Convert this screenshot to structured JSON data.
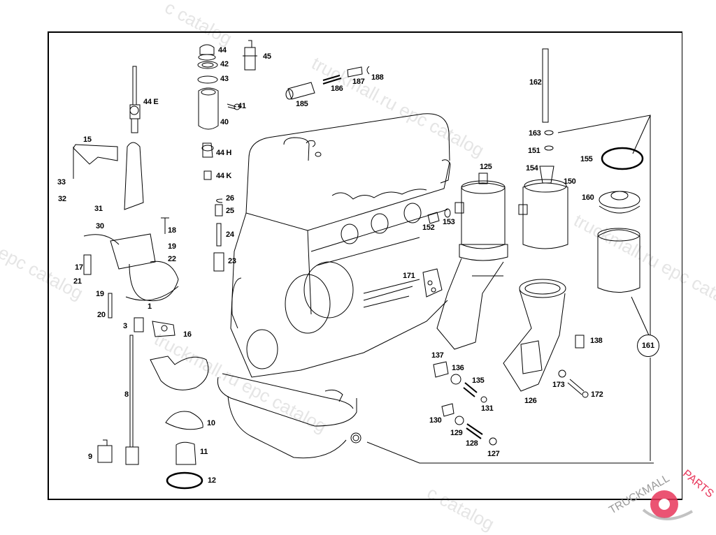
{
  "diagram": {
    "title": "Engine oil pump and oil filter assembly - exploded parts diagram",
    "part_labels": [
      {
        "id": "44",
        "text": "44"
      },
      {
        "id": "42",
        "text": "42"
      },
      {
        "id": "43",
        "text": "43"
      },
      {
        "id": "45",
        "text": "45"
      },
      {
        "id": "44E",
        "text": "44 E"
      },
      {
        "id": "41",
        "text": "41"
      },
      {
        "id": "40",
        "text": "40"
      },
      {
        "id": "44H",
        "text": "44 H"
      },
      {
        "id": "44K",
        "text": "44 K"
      },
      {
        "id": "26",
        "text": "26"
      },
      {
        "id": "25",
        "text": "25"
      },
      {
        "id": "24",
        "text": "24"
      },
      {
        "id": "23",
        "text": "23"
      },
      {
        "id": "15",
        "text": "15"
      },
      {
        "id": "33",
        "text": "33"
      },
      {
        "id": "32",
        "text": "32"
      },
      {
        "id": "31",
        "text": "31"
      },
      {
        "id": "30",
        "text": "30"
      },
      {
        "id": "18",
        "text": "18"
      },
      {
        "id": "19a",
        "text": "19"
      },
      {
        "id": "22",
        "text": "22"
      },
      {
        "id": "17",
        "text": "17"
      },
      {
        "id": "21",
        "text": "21"
      },
      {
        "id": "19b",
        "text": "19"
      },
      {
        "id": "1",
        "text": "1"
      },
      {
        "id": "20",
        "text": "20"
      },
      {
        "id": "3",
        "text": "3"
      },
      {
        "id": "16",
        "text": "16"
      },
      {
        "id": "8",
        "text": "8"
      },
      {
        "id": "9",
        "text": "9"
      },
      {
        "id": "10",
        "text": "10"
      },
      {
        "id": "11",
        "text": "11"
      },
      {
        "id": "12",
        "text": "12"
      },
      {
        "id": "185",
        "text": "185"
      },
      {
        "id": "186",
        "text": "186"
      },
      {
        "id": "187",
        "text": "187"
      },
      {
        "id": "188",
        "text": "188"
      },
      {
        "id": "162",
        "text": "162"
      },
      {
        "id": "163",
        "text": "163"
      },
      {
        "id": "151",
        "text": "151"
      },
      {
        "id": "154",
        "text": "154"
      },
      {
        "id": "150",
        "text": "150"
      },
      {
        "id": "155",
        "text": "155"
      },
      {
        "id": "160",
        "text": "160"
      },
      {
        "id": "125",
        "text": "125"
      },
      {
        "id": "152",
        "text": "152"
      },
      {
        "id": "153",
        "text": "153"
      },
      {
        "id": "171",
        "text": "171"
      },
      {
        "id": "138",
        "text": "138"
      },
      {
        "id": "137",
        "text": "137"
      },
      {
        "id": "136",
        "text": "136"
      },
      {
        "id": "135",
        "text": "135"
      },
      {
        "id": "131",
        "text": "131"
      },
      {
        "id": "126",
        "text": "126"
      },
      {
        "id": "173",
        "text": "173"
      },
      {
        "id": "172",
        "text": "172"
      },
      {
        "id": "130",
        "text": "130"
      },
      {
        "id": "129",
        "text": "129"
      },
      {
        "id": "128",
        "text": "128"
      },
      {
        "id": "127",
        "text": "127"
      }
    ],
    "callout": {
      "text": "161"
    }
  },
  "watermarks": {
    "catalog_text": "truckmall.ru epc catalog",
    "epc_fragment": "l epc catalog",
    "catalog_fragment": "c catalog"
  },
  "brand": {
    "text_truckmall": "TRUCKMALL",
    "text_parts": "PARTS",
    "accent_color": "#e8365a",
    "gray_color": "#9a9a9a"
  }
}
